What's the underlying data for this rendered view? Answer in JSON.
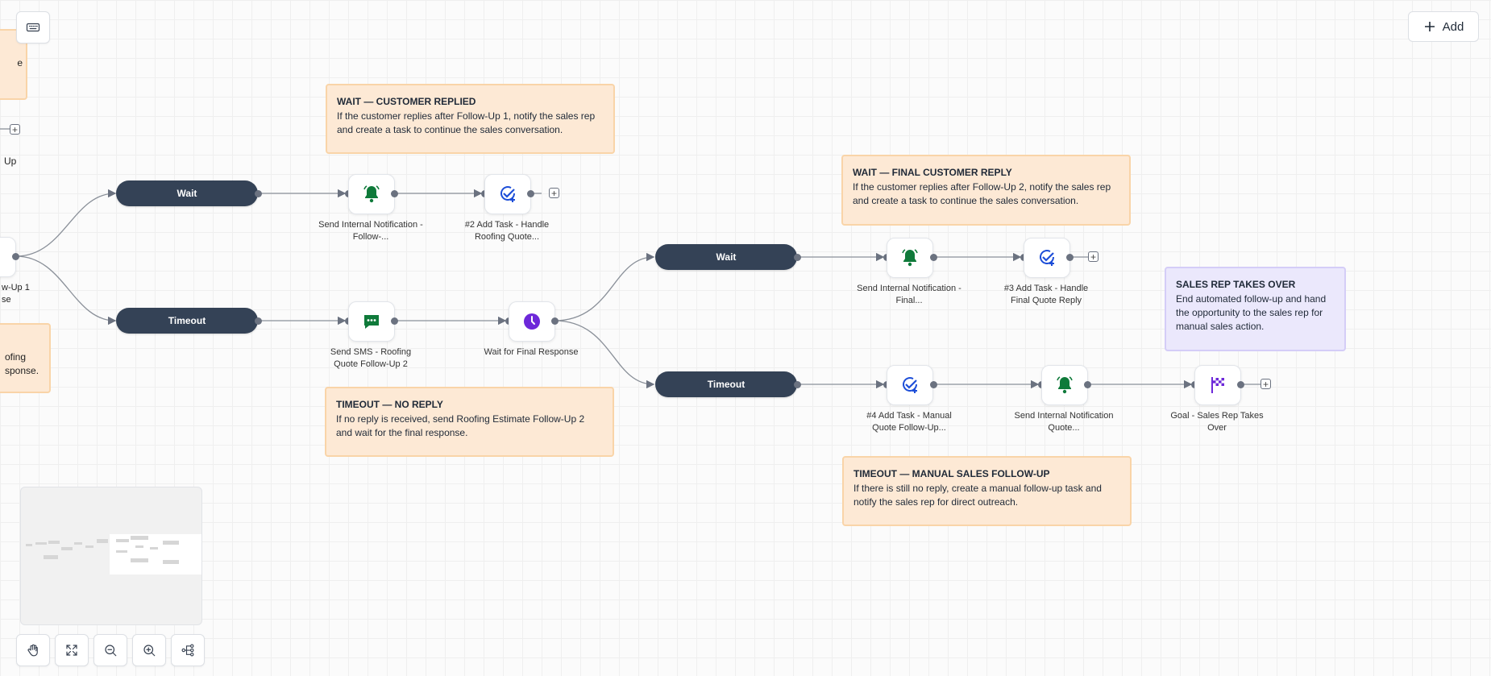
{
  "toolbar": {
    "add_label": "Add",
    "keyboard_icon": "keyboard-icon",
    "controls": [
      "hand-icon",
      "fit-view-icon",
      "zoom-out-icon",
      "zoom-in-icon",
      "auto-layout-icon"
    ]
  },
  "colors": {
    "pill": "#344256",
    "note_orange": "#fde9d5",
    "note_purple": "#ebe8fc",
    "bell": "#0f7a3a",
    "task": "#1d4ed8",
    "sms": "#0f7a3a",
    "clock": "#6d28d9",
    "goal": "#6d28d9"
  },
  "branches": {
    "wait1": "Wait",
    "timeout1": "Timeout",
    "wait2": "Wait",
    "timeout2": "Timeout"
  },
  "nodes": {
    "notify1": {
      "label": "Send Internal Notification - Follow-...",
      "icon": "bell-icon"
    },
    "task2": {
      "label": "#2 Add Task - Handle Roofing Quote...",
      "icon": "task-check-icon"
    },
    "sms2": {
      "label": "Send SMS - Roofing Quote Follow-Up 2",
      "icon": "sms-icon"
    },
    "waitfinal": {
      "label": "Wait for Final Response",
      "icon": "clock-icon"
    },
    "notify_final": {
      "label": "Send Internal Notification - Final...",
      "icon": "bell-icon"
    },
    "task3": {
      "label": "#3 Add Task - Handle Final Quote Reply",
      "icon": "task-check-icon"
    },
    "task4": {
      "label": "#4 Add Task - Manual Quote Follow-Up...",
      "icon": "task-check-icon"
    },
    "notify_quote": {
      "label": "Send Internal Notification Quote...",
      "icon": "bell-icon"
    },
    "goal": {
      "label": "Goal - Sales Rep Takes Over",
      "icon": "goal-flag-icon"
    }
  },
  "notes": {
    "wait_replied": {
      "title": "WAIT — CUSTOMER REPLIED",
      "body": "If the customer replies after Follow-Up 1, notify the sales rep and create a task to continue the sales conversation."
    },
    "timeout_noreply": {
      "title": "TIMEOUT — NO REPLY",
      "body": "If no reply is received, send Roofing Estimate Follow-Up 2 and wait for the final response."
    },
    "wait_final": {
      "title": "WAIT — FINAL CUSTOMER REPLY",
      "body": "If the customer replies after Follow-Up 2, notify the sales rep and create a task to continue the sales conversation."
    },
    "timeout_manual": {
      "title": "TIMEOUT — MANUAL SALES FOLLOW-UP",
      "body": "If there is still no reply, create a manual follow-up task and notify the sales rep for direct outreach."
    },
    "sales_rep": {
      "title": "SALES REP TAKES OVER",
      "body": "End automated follow-up and hand the opportunity to the sales rep for manual sales action."
    }
  },
  "partial": {
    "top_note": "e",
    "up_label": "Up",
    "left_node_line1": "w-Up 1",
    "left_node_line2": "se",
    "bottom_note_line1": "ofing",
    "bottom_note_line2": "sponse."
  }
}
